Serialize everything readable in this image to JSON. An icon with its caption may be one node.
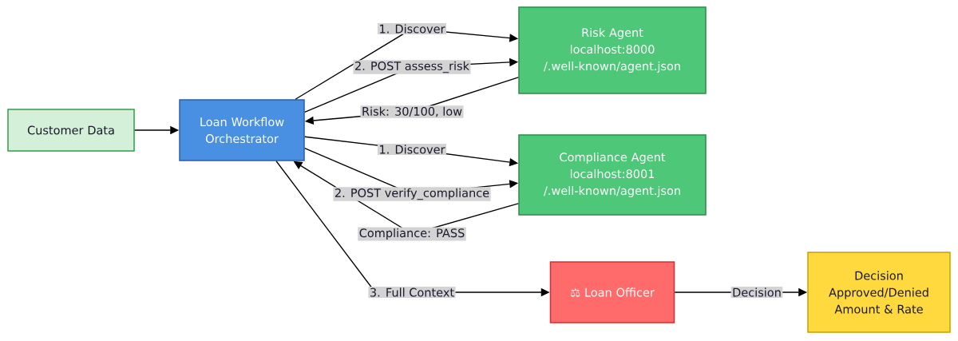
{
  "diagram": {
    "nodes": [
      {
        "text": [
          "Customer Data"
        ]
      },
      {
        "text": [
          "Loan Workflow Orchestrator"
        ]
      },
      {
        "text": [
          "Risk Agent",
          "localhost:8000",
          "/.well-known/agent.json"
        ]
      },
      {
        "text": [
          "Compliance Agent",
          "localhost:8001",
          "/.well-known/agent.json"
        ]
      },
      {
        "text": [
          "⚖ Loan Officer"
        ]
      },
      {
        "text": [
          "Decision",
          "Approved/Denied",
          "Amount & Rate"
        ]
      }
    ],
    "edges": [
      {
        "from": 0,
        "to": 1,
        "arrow": "to"
      },
      {
        "from": 1,
        "to": 2,
        "arrow": "to",
        "label": "1. Discover"
      },
      {
        "from": 1,
        "to": 2,
        "arrow": "to",
        "label": "2. POST assess_risk"
      },
      {
        "from": 2,
        "to": 1,
        "arrow": "to",
        "label": "Risk: 30/100, low"
      },
      {
        "from": 1,
        "to": 3,
        "arrow": "to",
        "label": "1. Discover"
      },
      {
        "from": 1,
        "to": 3,
        "arrow": "to",
        "label": "2. POST verify_compliance"
      },
      {
        "from": 3,
        "to": 1,
        "arrow": "to",
        "label": "Compliance: PASS"
      },
      {
        "from": 1,
        "to": 4,
        "arrow": "to",
        "label": "3. Full Context"
      },
      {
        "from": 4,
        "to": 5,
        "arrow": "to",
        "label": "Decision"
      }
    ]
  }
}
